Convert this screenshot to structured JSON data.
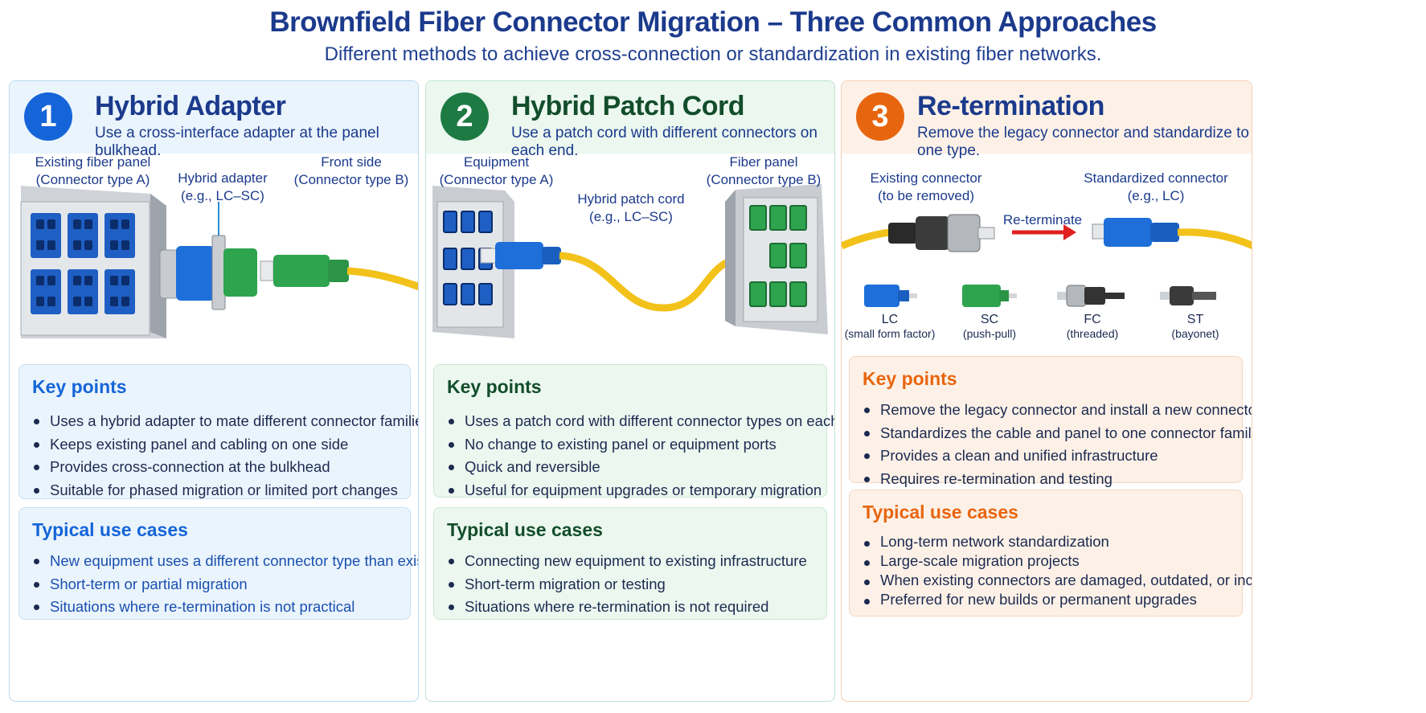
{
  "header": {
    "title": "Brownfield Fiber Connector Migration – Three Common Approaches",
    "subtitle": "Different methods to achieve cross-connection or standardization in existing fiber networks."
  },
  "panels": [
    {
      "number": "1",
      "title": "Hybrid Adapter",
      "description": "Use a cross-interface adapter at the panel bulkhead.",
      "labels": {
        "left": [
          "Existing fiber panel",
          "(Connector type A)"
        ],
        "middle": [
          "Hybrid adapter",
          "(e.g., LC–SC)"
        ],
        "right": [
          "Front side",
          "(Connector type B)"
        ]
      },
      "key_points_title": "Key points",
      "key_points": [
        "Uses a hybrid adapter to mate different connector families",
        "Keeps existing panel and cabling on one side",
        "Provides cross-connection at the bulkhead",
        "Suitable for phased migration or limited port changes"
      ],
      "use_cases_title": "Typical use cases",
      "use_cases": [
        "New equipment uses a different connector type than existing panel",
        "Short-term or partial migration",
        "Situations where re-termination is not practical"
      ]
    },
    {
      "number": "2",
      "title": "Hybrid Patch Cord",
      "description": "Use a patch cord with different connectors on each end.",
      "labels": {
        "left": [
          "Equipment",
          "(Connector type A)"
        ],
        "middle": [
          "Hybrid patch cord",
          "(e.g., LC–SC)"
        ],
        "right": [
          "Fiber panel",
          "(Connector type B)"
        ]
      },
      "key_points_title": "Key points",
      "key_points": [
        "Uses a patch cord with different connector types on each end",
        "No change to existing panel or equipment ports",
        "Quick and reversible",
        "Useful for equipment upgrades or temporary migration"
      ],
      "use_cases_title": "Typical use cases",
      "use_cases": [
        "Connecting new equipment to existing infrastructure",
        "Short-term migration or testing",
        "Situations where re-termination is not required"
      ]
    },
    {
      "number": "3",
      "title": "Re-termination",
      "description": "Remove the legacy connector and standardize to one type.",
      "labels": {
        "left": [
          "Existing connector",
          "(to be removed)"
        ],
        "middle": [
          "Re-terminate"
        ],
        "right": [
          "Standardized connector",
          "(e.g., LC)"
        ]
      },
      "connector_types": [
        {
          "name": "LC",
          "desc": "(small form factor)"
        },
        {
          "name": "SC",
          "desc": "(push-pull)"
        },
        {
          "name": "FC",
          "desc": "(threaded)"
        },
        {
          "name": "ST",
          "desc": "(bayonet)"
        }
      ],
      "key_points_title": "Key points",
      "key_points": [
        "Remove the legacy connector and install a new connector type",
        "Standardizes the cable and panel to one connector family",
        "Provides a clean and unified infrastructure",
        "Requires re-termination and testing"
      ],
      "use_cases_title": "Typical use cases",
      "use_cases": [
        "Long-term network standardization",
        "Large-scale migration projects",
        "When existing connectors are damaged, outdated, or incompatible",
        "Preferred for new builds or permanent upgrades"
      ]
    }
  ],
  "colors": {
    "title": "#1b3a8c",
    "panel1_accent": "#1565d8",
    "panel2_accent": "#1e7a43",
    "panel3_accent": "#e8650f",
    "fiber_yellow": "#f2c21a",
    "connector_blue": "#1e6fd9",
    "connector_green": "#2ea44f",
    "arrow_red": "#e02020"
  }
}
